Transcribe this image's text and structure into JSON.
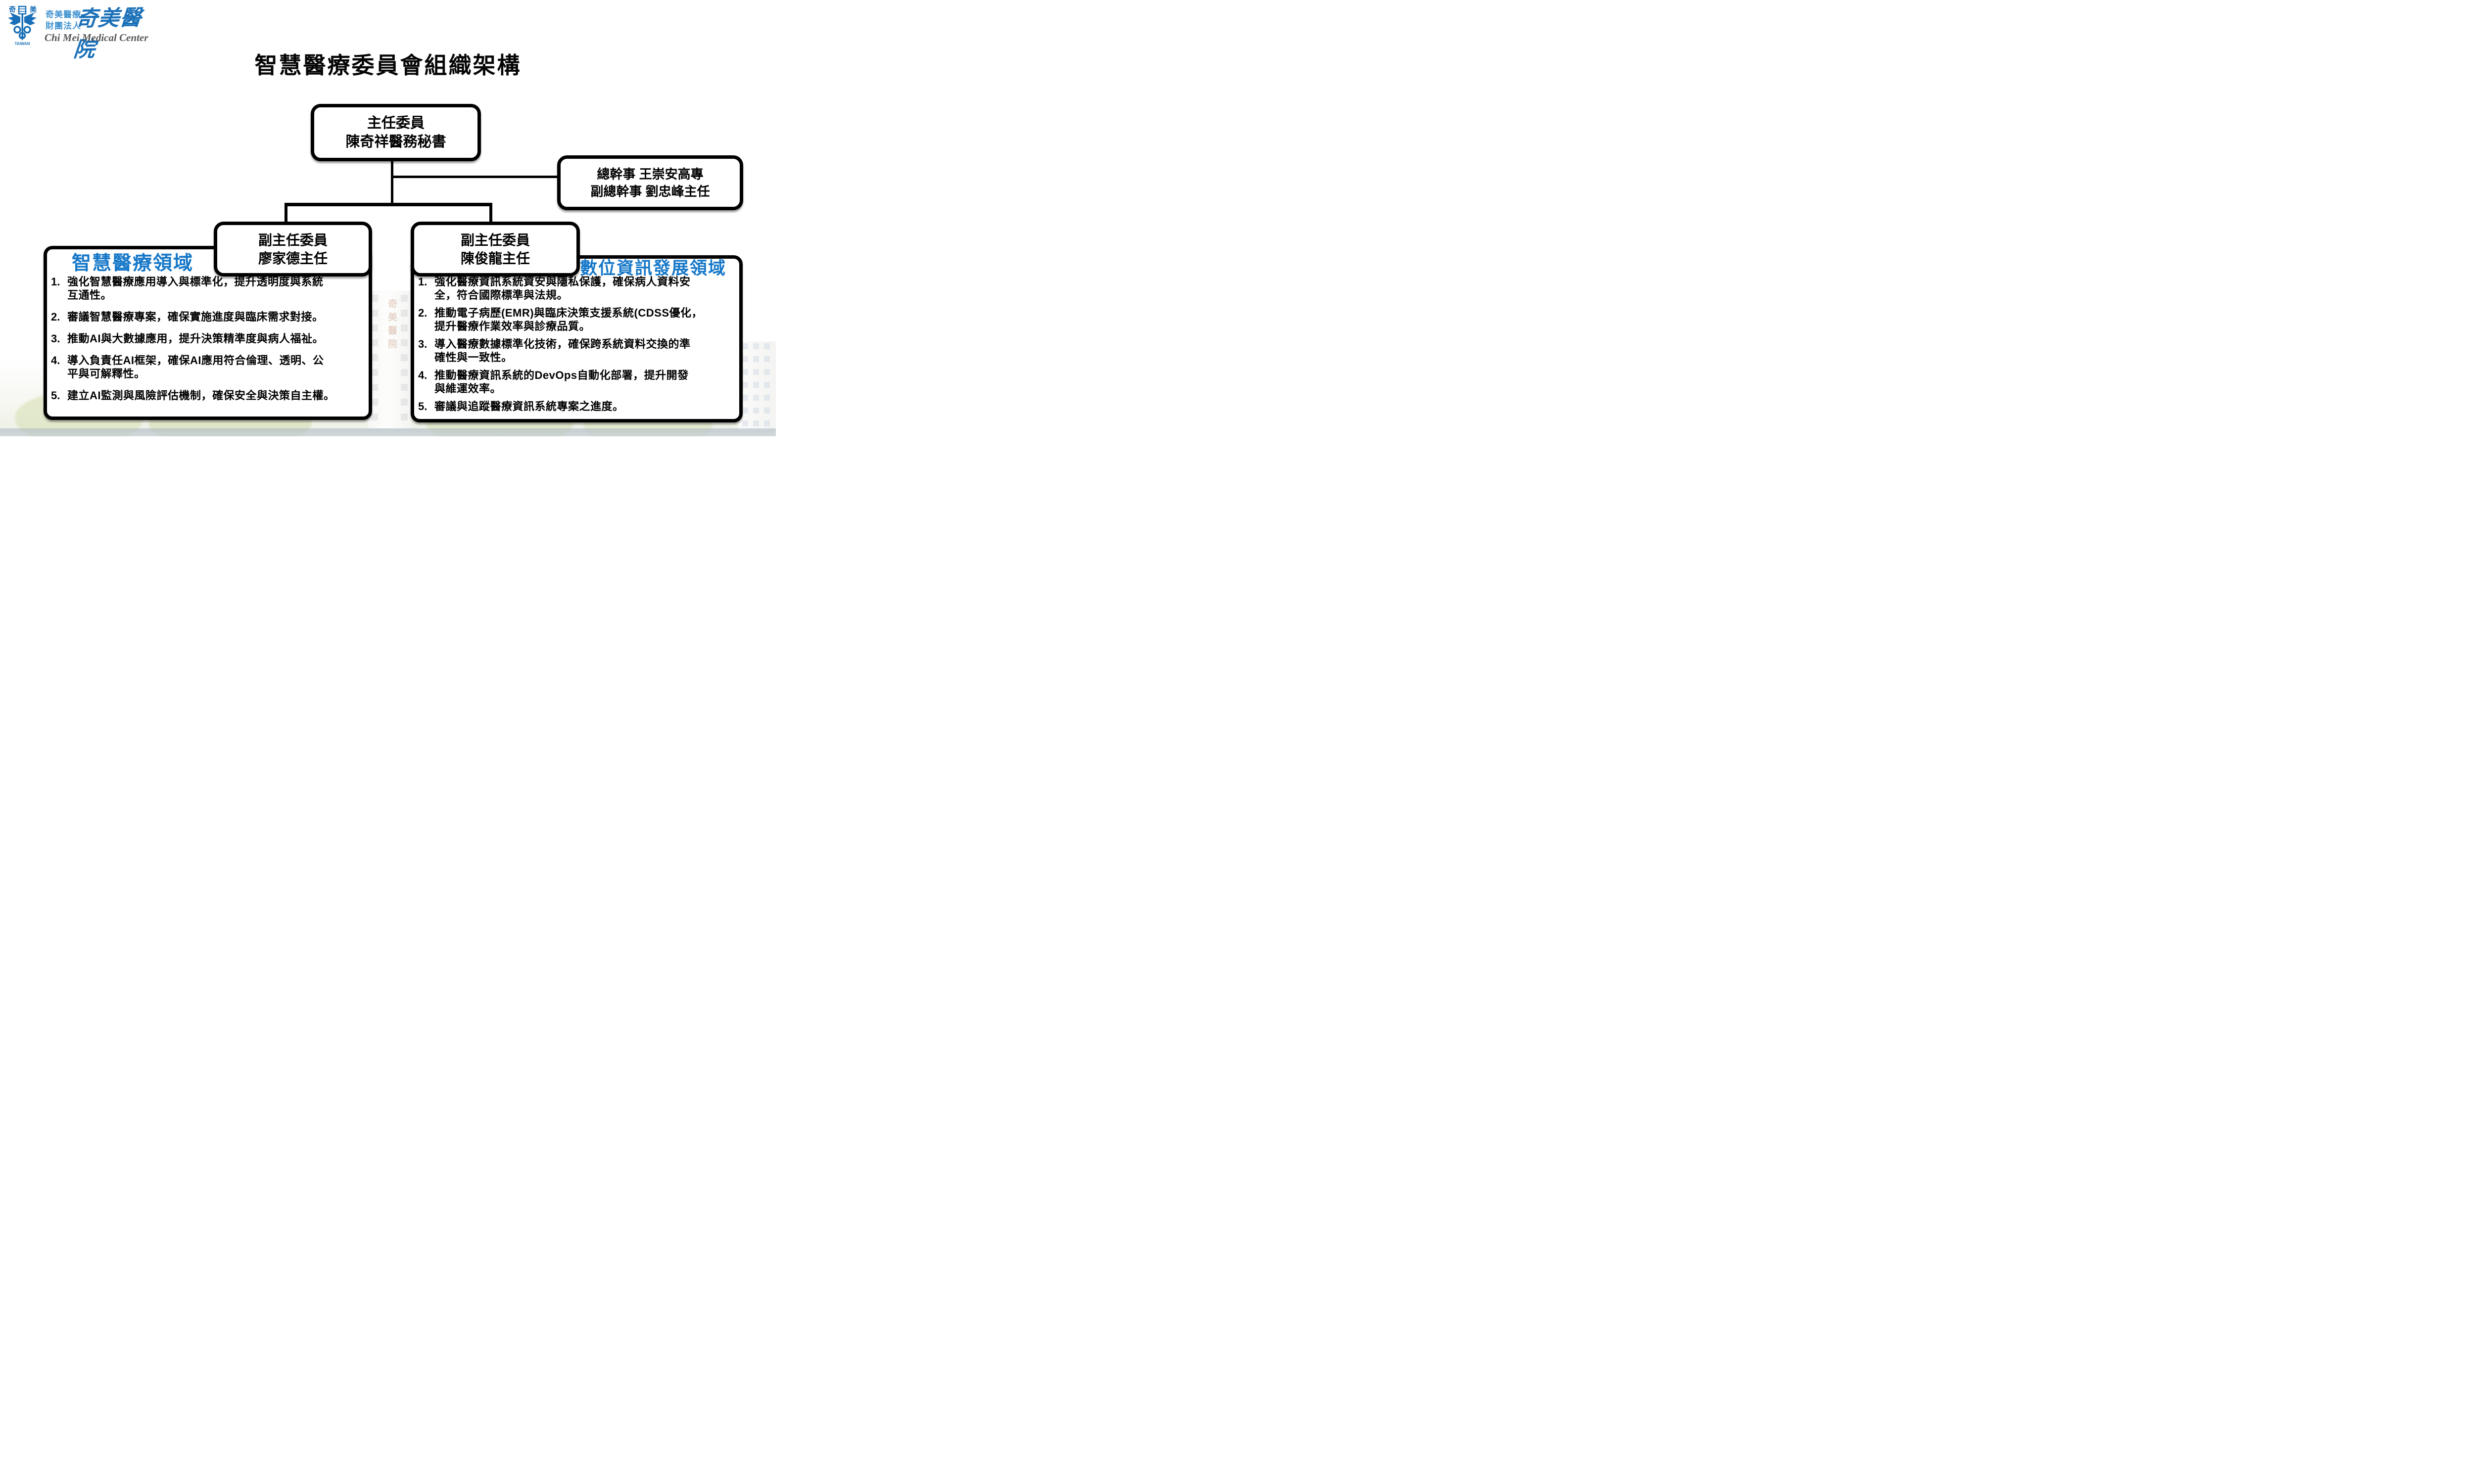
{
  "colors": {
    "accent_blue": "#1577C8",
    "logo_blue": "#1A70B8"
  },
  "logo": {
    "emblem_left": "奇",
    "emblem_right": "美",
    "taiwan": "TAIWAN",
    "org_line1": "奇美醫療",
    "org_line2": "財團法人",
    "calligraphy": "奇美醫院",
    "english": "Chi Mei Medical Center"
  },
  "title": "智慧醫療委員會組織架構",
  "org_chart": {
    "chairman": {
      "line1": "主任委員",
      "line2": "陳奇祥醫務秘書"
    },
    "secretary": {
      "line1": "總幹事 王崇安高專",
      "line2": "副總幹事 劉忠峰主任"
    },
    "vice_left": {
      "line1": "副主任委員",
      "line2": "廖家德主任"
    },
    "vice_right": {
      "line1": "副主任委員",
      "line2": "陳俊龍主任"
    }
  },
  "left_panel": {
    "heading": "智慧醫療領域",
    "items": [
      {
        "num": "1.",
        "text": "強化智慧醫療應用導入與標準化，提升透明度與系統\n互通性。"
      },
      {
        "num": "2.",
        "text": "審議智慧醫療專案，確保實施進度與臨床需求對接。"
      },
      {
        "num": "3.",
        "text": "推動AI與大數據應用，提升決策精準度與病人福祉。"
      },
      {
        "num": "4.",
        "text": "導入負責任AI框架，確保AI應用符合倫理、透明、公\n平與可解釋性。"
      },
      {
        "num": "5.",
        "text": "建立AI監測與風險評估機制，確保安全與決策自主權。"
      }
    ]
  },
  "right_panel": {
    "heading": "數位資訊發展領域",
    "items": [
      {
        "num": "1.",
        "text": "強化醫療資訊系統資安與隱私保護，確保病人資料安\n全，符合國際標準與法規。"
      },
      {
        "num": "2.",
        "text": "推動電子病歷(EMR)與臨床決策支援系統(CDSS優化，\n提升醫療作業效率與診療品質。"
      },
      {
        "num": "3.",
        "text": "導入醫療數據標準化技術，確保跨系統資料交換的準\n確性與一致性。"
      },
      {
        "num": "4.",
        "text": "推動醫療資訊系統的DevOps自動化部署，提升開發\n與維運效率。"
      },
      {
        "num": "5.",
        "text": "審議與追蹤醫療資訊系統專案之進度。"
      }
    ]
  },
  "background": {
    "tower_watermark": "奇美醫院"
  }
}
